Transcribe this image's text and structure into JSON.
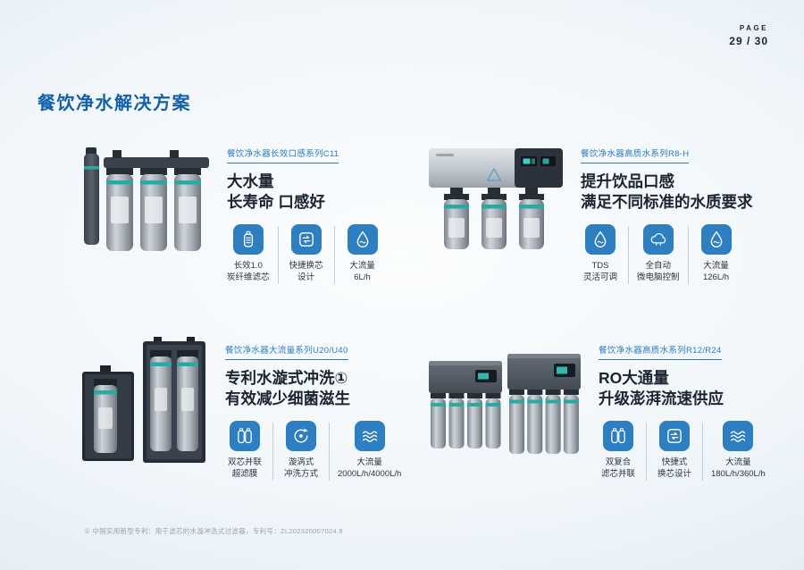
{
  "page": {
    "label": "PAGE",
    "number": "29 / 30"
  },
  "title": "餐饮净水解决方案",
  "colors": {
    "accent_blue": "#1360aa",
    "series_blue": "#2a7dc3",
    "icon_blue": "#2e7ec2",
    "teal_band": "#2aa9a3",
    "background_edge": "#d8e5f0"
  },
  "products": [
    {
      "series": "餐饮净水器长效口感系列C11",
      "heading1": "大水量",
      "heading2": "长寿命 口感好",
      "features": [
        {
          "icon": "filter-cartridge-icon",
          "line1": "长效1.0",
          "line2": "炭纤维滤芯"
        },
        {
          "icon": "quick-change-icon",
          "line1": "快捷换芯",
          "line2": "设计"
        },
        {
          "icon": "water-drop-icon",
          "line1": "大流量",
          "line2": "6L/h"
        }
      ]
    },
    {
      "series": "餐饮净水器高质水系列R8-H",
      "heading1": "提升饮品口感",
      "heading2": "满足不同标准的水质要求",
      "features": [
        {
          "icon": "tds-drop-icon",
          "line1": "TDS",
          "line2": "灵活可调"
        },
        {
          "icon": "auto-control-cloud-icon",
          "line1": "全自动",
          "line2": "微电脑控制"
        },
        {
          "icon": "water-drop-icon",
          "line1": "大流量",
          "line2": "126L/h"
        }
      ]
    },
    {
      "series": "餐饮净水器大流量系列U20/U40",
      "heading1": "专利水漩式冲洗①",
      "heading2": "有效减少细菌滋生",
      "features": [
        {
          "icon": "dual-cartridge-icon",
          "line1": "双芯并联",
          "line2": "超滤膜"
        },
        {
          "icon": "vortex-flush-icon",
          "line1": "漩涡式",
          "line2": "冲洗方式"
        },
        {
          "icon": "water-waves-icon",
          "line1": "大流量",
          "line2": "2000L/h/4000L/h"
        }
      ]
    },
    {
      "series": "餐饮净水器高质水系列R12/R24",
      "heading1": "RO大通量",
      "heading2": "升级澎湃流速供应",
      "features": [
        {
          "icon": "dual-cartridge-icon",
          "line1": "双复合",
          "line2": "滤芯并联"
        },
        {
          "icon": "quick-change-icon",
          "line1": "快捷式",
          "line2": "换芯设计"
        },
        {
          "icon": "water-waves-icon",
          "line1": "大流量",
          "line2": "180L/h/360L/h"
        }
      ]
    }
  ],
  "footnote": "① 中国实用新型专利：用于滤芯的水漩冲洗式过滤器，专利号：ZL202320007024.8"
}
